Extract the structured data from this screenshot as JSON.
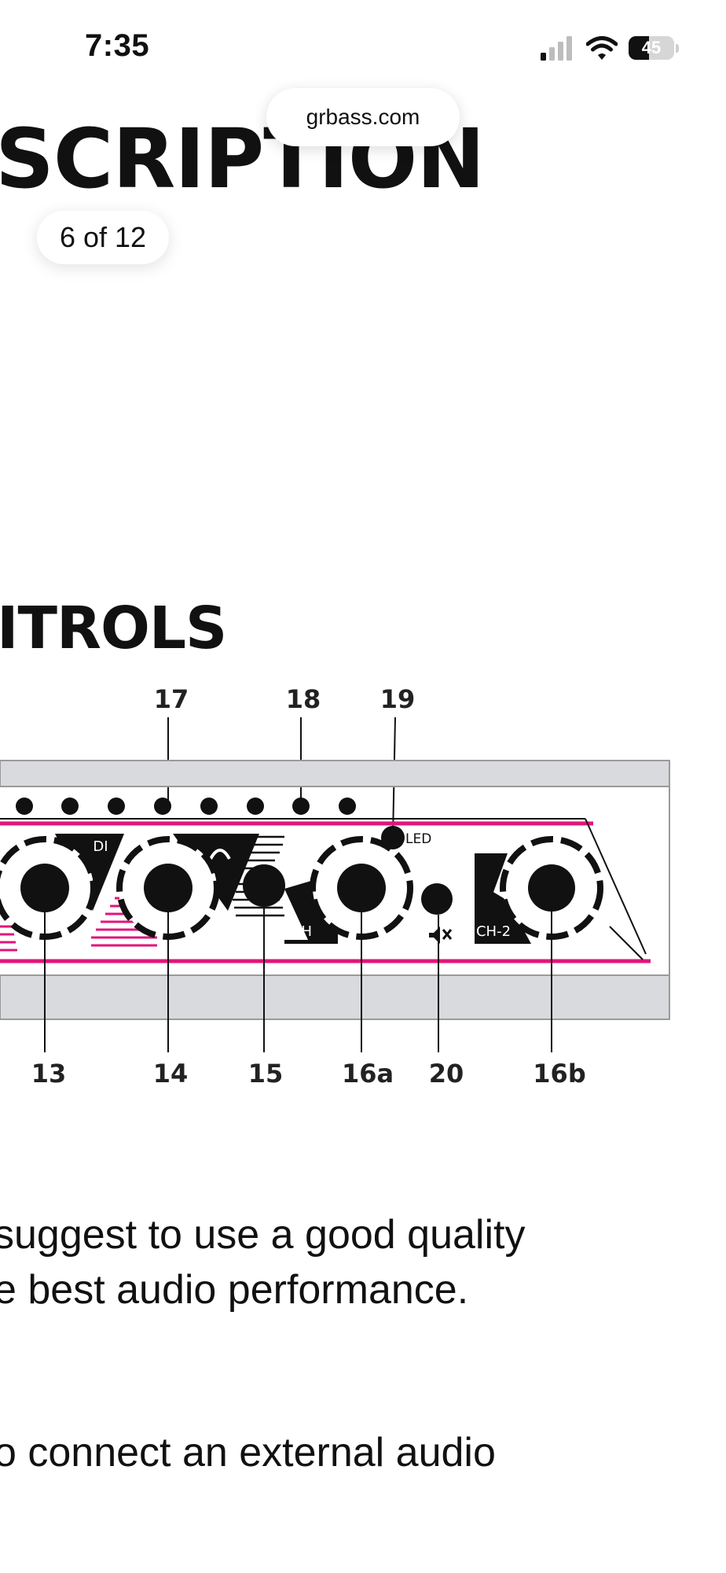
{
  "status_bar": {
    "time": "7:35",
    "battery": "45"
  },
  "browser": {
    "url": "grbass.com"
  },
  "page_indicator": "6 of 12",
  "heading": "SCRIPTION",
  "section_heading": "ITROLS",
  "diagram": {
    "top_callouts": [
      "17",
      "18",
      "19"
    ],
    "bottom_callouts": [
      "13",
      "14",
      "15",
      "16a",
      "20",
      "16b"
    ],
    "panel_labels": {
      "di": "DI",
      "led": "LED",
      "ch1": "CH",
      "ch2": "CH-2"
    },
    "colors": {
      "accent": "#e2157a",
      "rail": "#d9dadd",
      "ink": "#111111"
    }
  },
  "paragraphs": [
    {
      "line1": "suggest to use a good quality",
      "line2": "e best audio performance."
    },
    {
      "line1": "o connect an external audio"
    }
  ]
}
